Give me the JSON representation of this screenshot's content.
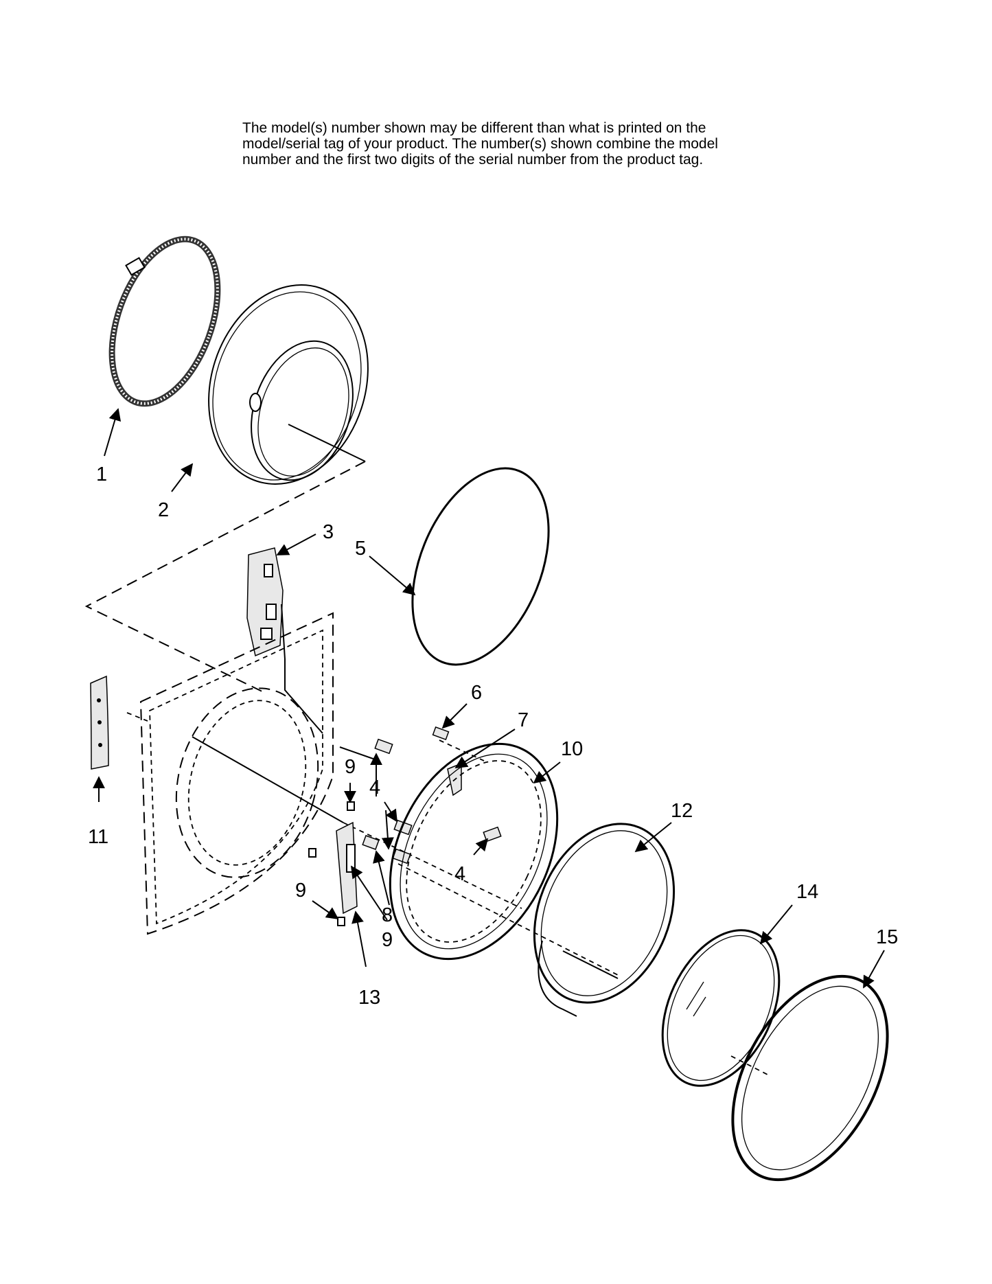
{
  "disclaimer": {
    "line1": "The model(s) number shown may be different than what is printed on the",
    "line2": "model/serial tag of your product. The number(s) shown combine the model",
    "line3": "number and the first two digits of the serial number from the product tag."
  },
  "callouts": {
    "c1": "1",
    "c2": "2",
    "c3": "3",
    "c4a": "4",
    "c4b": "4",
    "c5": "5",
    "c6": "6",
    "c7": "7",
    "c8": "8",
    "c9a": "9",
    "c9b": "9",
    "c9c": "9",
    "c10": "10",
    "c11": "11",
    "c12": "12",
    "c13": "13",
    "c14": "14",
    "c15": "15"
  }
}
